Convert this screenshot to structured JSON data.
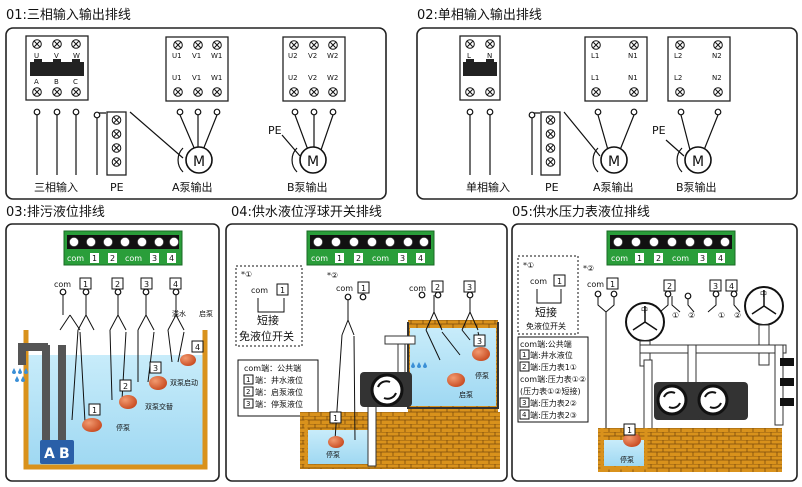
{
  "sections": [
    {
      "title": "01:三相输入输出排线"
    },
    {
      "title": "02:单相输入输出排线"
    },
    {
      "title": "03:排污液位排线"
    },
    {
      "title": "04:供水液位浮球开关排线"
    },
    {
      "title": "05:供水压力表液位排线"
    }
  ],
  "s1": {
    "breaker_top": [
      "U",
      "V",
      "W"
    ],
    "breaker_bot": [
      "A",
      "B",
      "C"
    ],
    "ka_top": [
      "U1",
      "V1",
      "W1"
    ],
    "ka_bot": [
      "U1",
      "V1",
      "W1"
    ],
    "kb_top": [
      "U2",
      "V2",
      "W2"
    ],
    "kb_bot": [
      "U2",
      "V2",
      "W2"
    ],
    "motor": "M",
    "pe": "PE",
    "labels": {
      "input": "三相输入",
      "pe": "PE",
      "a_out": "A泵输出",
      "b_out": "B泵输出"
    }
  },
  "s2": {
    "breaker_top": [
      "L",
      "N"
    ],
    "ka_top": [
      "L1",
      "N1"
    ],
    "ka_bot": [
      "L1",
      "N1"
    ],
    "kb_top": [
      "L2",
      "N2"
    ],
    "kb_bot": [
      "L2",
      "N2"
    ],
    "motor": "M",
    "pe": "PE",
    "labels": {
      "input": "单相输入",
      "pe": "PE",
      "a_out": "A泵输出",
      "b_out": "B泵输出"
    }
  },
  "terminal": [
    "com",
    "1",
    "2",
    "3",
    "4"
  ],
  "s3": {
    "heads": [
      "com",
      "1",
      "2",
      "3",
      "4"
    ],
    "overflow": "溢水",
    "start": "启泵",
    "n4": "4",
    "n3": "3",
    "n2": "2",
    "n1": "1",
    "dual_start": "双泵启动",
    "dual_alt": "双泵交替",
    "stop": "停泵",
    "pump_a": "A",
    "pump_b": "B"
  },
  "s4": {
    "note1_mark": "*①",
    "note1_com": "com",
    "note1_n": "1",
    "note1_short": "短接",
    "note1_free": "免液位开关",
    "note2_mark": "*②",
    "heads_left": [
      "com",
      "1"
    ],
    "heads_right": [
      "com",
      "2",
      "3"
    ],
    "legend": [
      {
        "t": "com端：公共端"
      },
      {
        "t": "端：井水液位",
        "n": "1"
      },
      {
        "t": "端：启泵液位",
        "n": "2"
      },
      {
        "t": "端：停泵液位",
        "n": "3"
      }
    ],
    "n3": "3",
    "stop_r": "停泵",
    "start_r": "启泵",
    "n1": "1",
    "stop_l": "停泵"
  },
  "s5": {
    "note1_mark": "*①",
    "note1_com": "com",
    "note1_n": "1",
    "note1_short": "短接",
    "note1_free": "免液位开关",
    "note2_mark": "*②",
    "heads_left": [
      "com",
      "1"
    ],
    "heads_right": [
      "2",
      "3",
      "4"
    ],
    "circle_marks": [
      "①",
      "②",
      "①",
      "②"
    ],
    "gauge_mark": "中",
    "legend": [
      {
        "t": "com端:公共端"
      },
      {
        "t": "端:井水液位",
        "n": "1"
      },
      {
        "t": "端:压力表1①",
        "n": "2"
      },
      {
        "t": "com端:压力表①②"
      },
      {
        "t": "(压力表①②短接)"
      },
      {
        "t": "端:压力表2②",
        "n": "3"
      },
      {
        "t": "端:压力表2③",
        "n": "4"
      }
    ],
    "n1": "1",
    "stop": "停泵"
  }
}
